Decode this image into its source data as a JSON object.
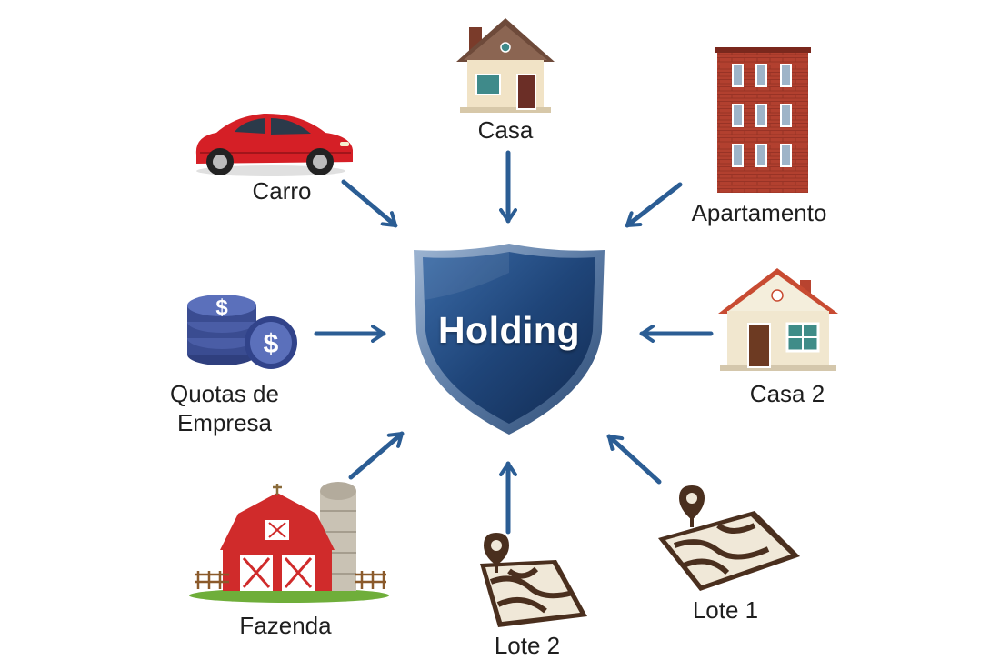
{
  "center": {
    "label": "Holding",
    "color": "#1d3d6b"
  },
  "arrow_color": "#2b5d94",
  "assets": [
    {
      "id": "carro",
      "label": "Carro",
      "icon": "car-icon"
    },
    {
      "id": "casa",
      "label": "Casa",
      "icon": "house-icon"
    },
    {
      "id": "apartamento",
      "label": "Apartamento",
      "icon": "apartment-building-icon"
    },
    {
      "id": "quotas",
      "label_line1": "Quotas de",
      "label_line2": "Empresa",
      "icon": "coin-stack-icon"
    },
    {
      "id": "casa2",
      "label": "Casa 2",
      "icon": "house-icon"
    },
    {
      "id": "fazenda",
      "label": "Fazenda",
      "icon": "barn-icon"
    },
    {
      "id": "lote2",
      "label": "Lote 2",
      "icon": "land-plot-icon"
    },
    {
      "id": "lote1",
      "label": "Lote 1",
      "icon": "land-plot-icon"
    }
  ]
}
